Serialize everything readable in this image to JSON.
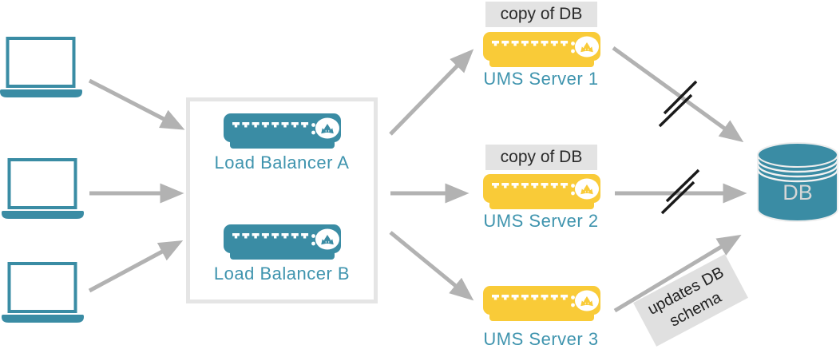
{
  "diagram": {
    "title_hint": "UMS high availability load balancing diagram",
    "clients": {
      "count": 3,
      "icon": "laptop-icon"
    },
    "load_balancers": [
      {
        "label": "Load Balancer A",
        "icon": "rack-server-icon"
      },
      {
        "label": "Load Balancer B",
        "icon": "rack-server-icon"
      }
    ],
    "ums_servers": [
      {
        "label": "UMS Server 1",
        "badge": "copy of DB",
        "icon": "rack-server-icon"
      },
      {
        "label": "UMS Server 2",
        "badge": "copy of DB",
        "icon": "rack-server-icon"
      },
      {
        "label": "UMS Server 3",
        "icon": "rack-server-icon"
      }
    ],
    "database": {
      "label": "DB",
      "icon": "database-cylinder-icon"
    },
    "annotations": {
      "updates_schema_line1": "updates DB",
      "updates_schema_line2": "schema"
    },
    "icons": {
      "laptop": "laptop-icon",
      "server": "rack-server-icon",
      "server_emblem": "load-split-icon",
      "database": "database-cylinder-icon",
      "broken_link": "double-slash-marks"
    },
    "colors": {
      "teal": "#3a8ca4",
      "teal_text": "#3f94ae",
      "yellow": "#f9cb38",
      "arrow_gray": "#b2b2b2",
      "badge_bg": "#e3e3e3",
      "badge_text": "#2a2a2a",
      "box_border": "#e5e5e5",
      "slash_black": "#1a1a1a",
      "db_text": "#d6d6d6"
    }
  }
}
